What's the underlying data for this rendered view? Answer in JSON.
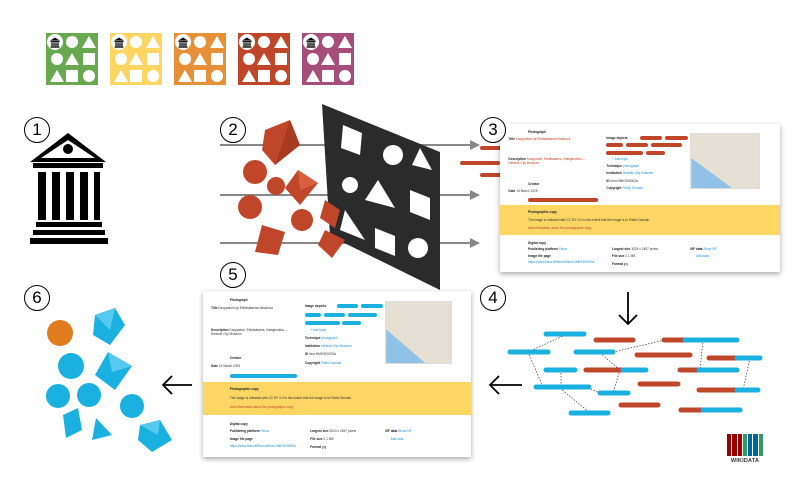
{
  "palette": [
    "#6aa84f",
    "#fdd664",
    "#e69138",
    "#c0462a",
    "#a64d79"
  ],
  "shape_colors": {
    "red": "#c0462a",
    "blue": "#1ab1e0",
    "orange": "#e07b1e"
  },
  "steps": [
    "1",
    "2",
    "3",
    "4",
    "5",
    "6"
  ],
  "card": {
    "photograph_heading": "Photograph",
    "title_label": "Title",
    "title_value": "Kauppatorin ja Eteläsataman ilmakuva",
    "description_label": "Description",
    "description_value": "Kauppatori, Eteläsatama, Katajanokka — Helsinki City Museum",
    "creator_heading": "Creator",
    "date_label": "Date",
    "date_value": "14 March 1925",
    "image_depicts_label": "Image depicts",
    "add_topic": "+ Add topic",
    "technique_label": "Technique",
    "technique_value": "photograph",
    "institution_label": "Institution",
    "institution_value": "Helsinki City Museum",
    "id_label": "ID",
    "id_value": "hkm.HMKSD0002a",
    "copyright_label": "Copyright",
    "copyright_value": "Public Domain",
    "photographic_copy_heading": "Photographic copy",
    "photographic_copy_text": "The image is released with CC BY 4.0 to the extent that the image is in Public Domain.",
    "photographic_copy_add": "Add information about the photographic copy",
    "digital_copy_heading": "Digital copy",
    "publishing_platform_label": "Publishing platform",
    "publishing_platform_value": "Finna",
    "image_file_page_label": "Image file page",
    "image_file_page_value": "https://www.finna.fi/Record/hkm.HMKSD0002a",
    "largest_size_label": "Largest size",
    "largest_size_value": "3024 x 2457 pixels",
    "file_size_label": "File size",
    "file_size_value": "2.1 MB",
    "format_label": "Format",
    "format_value": "jpg",
    "iiif_label": "IIIF data",
    "iiif_value": "Show IIIF",
    "add_data": "Add data"
  },
  "logo": {
    "text": "WIKIDATA"
  }
}
